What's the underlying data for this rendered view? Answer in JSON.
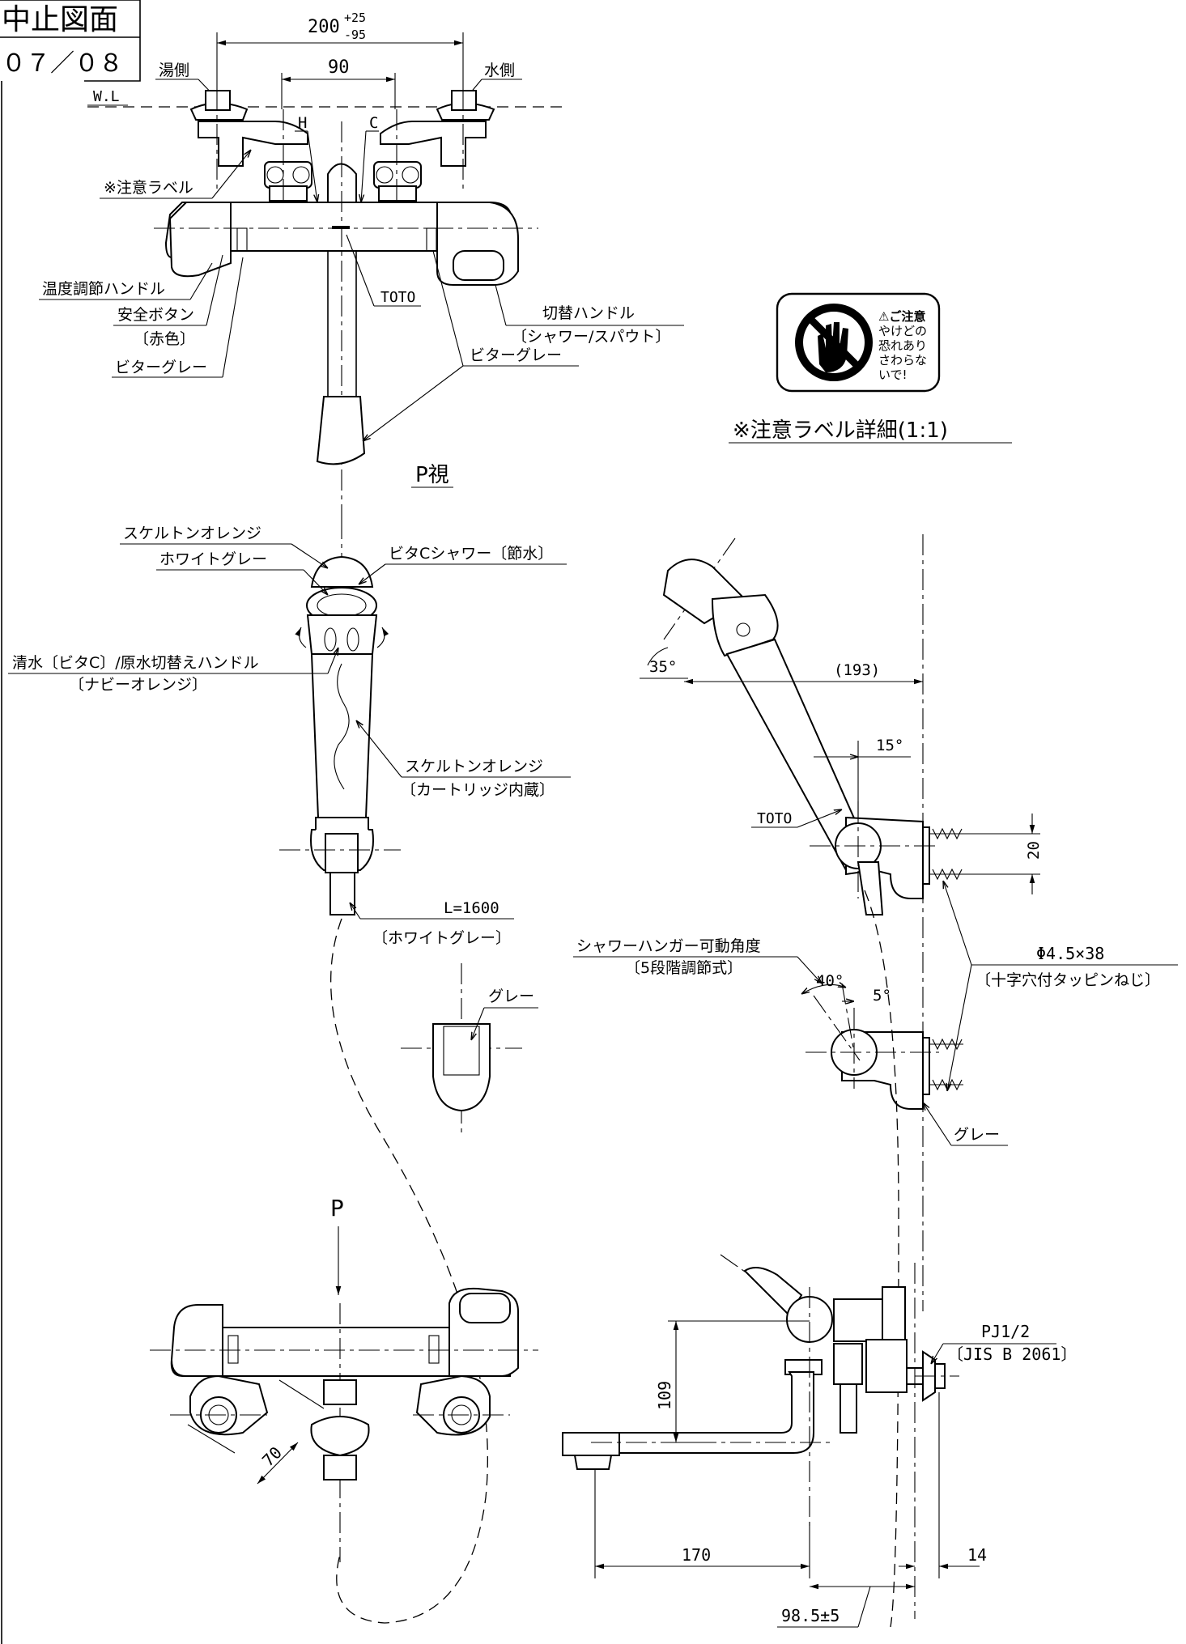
{
  "stamp": {
    "title": "中止図面",
    "date": "０７／０８"
  },
  "top_view": {
    "dim_overall": "200",
    "dim_tol_plus": "+25",
    "dim_tol_minus": "-95",
    "dim_center": "90",
    "hot_side": "湯側",
    "cold_side": "水側",
    "wl": "W.L",
    "h_mark": "H",
    "c_mark": "C",
    "caution_label": "※注意ラベル",
    "temp_handle": "温度調節ハンドル",
    "safety_button": "安全ボタン",
    "safety_color": "〔赤色〕",
    "bitter_gray_1": "ビターグレー",
    "bitter_gray_2": "ビターグレー",
    "toto": "TOTO",
    "switch_handle": "切替ハンドル",
    "switch_handle_sub": "〔シャワー/スパウト〕"
  },
  "caution_detail": {
    "label_lines": [
      "⚠ご注意",
      "やけどの",
      "恐れあり",
      "さわらな",
      "いで!"
    ],
    "caption": "※注意ラベル詳細(1:1)"
  },
  "p_view": {
    "title": "P視",
    "arrow_label": "P"
  },
  "shower_head": {
    "skeleton_orange": "スケルトンオレンジ",
    "white_gray": "ホワイトグレー",
    "bita_c_shower": "ビタCシャワー〔節水〕",
    "switch_handle": "清水〔ビタC〕/原水切替えハンドル",
    "switch_handle_sub": "〔ナビーオレンジ〕",
    "skeleton_orange_2": "スケルトンオレンジ",
    "cartridge": "〔カートリッジ内蔵〕",
    "hose_length": "L=1600",
    "hose_color": "〔ホワイトグレー〕",
    "gray_holder": "グレー"
  },
  "side_view": {
    "angle_35": "35°",
    "dim_193": "(193)",
    "angle_15": "15°",
    "toto": "TOTO",
    "dim_20": "20",
    "hanger_angle": "シャワーハンガー可動角度",
    "hanger_angle_sub": "〔5段階調節式〕",
    "angle_40": "40°",
    "angle_5": "5°",
    "screw": "Φ4.5×38",
    "screw_sub": "〔十字穴付タッピンねじ〕",
    "gray": "グレー"
  },
  "bottom_view": {
    "dim_70": "70",
    "dim_109": "109",
    "pj": "PJ1/2",
    "jis": "〔JIS B 2061〕",
    "dim_170": "170",
    "dim_985": "98.5±5",
    "dim_14": "14"
  }
}
